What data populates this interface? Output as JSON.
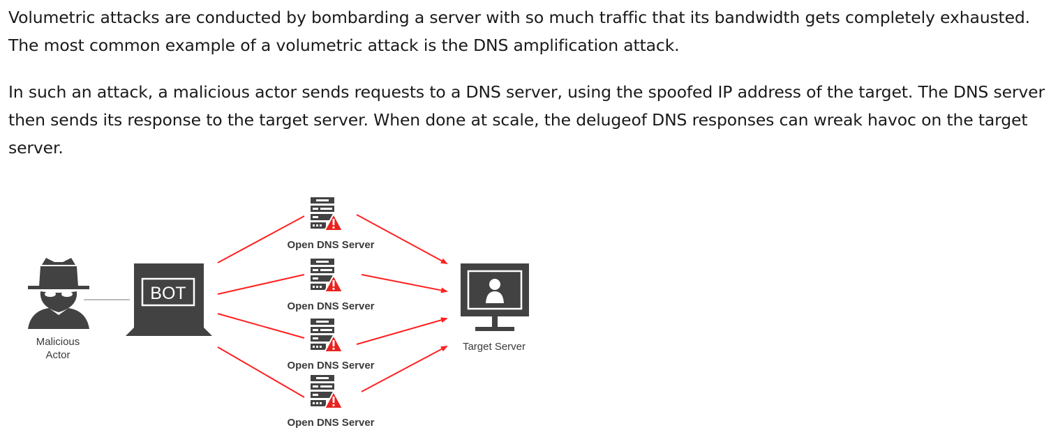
{
  "article": {
    "paragraph1": "Volumetric attacks are conducted by bombarding a server with so much traffic that its bandwidth gets completely exhausted. The most common example of a volumetric attack is the DNS amplification attack.",
    "paragraph2": "In such an attack, a malicious actor sends requests to a DNS server, using the spoofed IP address of the target. The DNS server then sends its response to the target server. When done at scale, the delugeof DNS responses can wreak havoc on the target server."
  },
  "diagram": {
    "actor_label_line1": "Malicious",
    "actor_label_line2": "Actor",
    "bot_label": "BOT",
    "dns_servers": [
      {
        "label": "Open DNS Server"
      },
      {
        "label": "Open DNS Server"
      },
      {
        "label": "Open DNS Server"
      },
      {
        "label": "Open DNS Server"
      }
    ],
    "target_label": "Target Server",
    "colors": {
      "arrow": "#ff2020",
      "icon": "#424242",
      "warning": "#e8231f",
      "label": "#3a3a3a"
    }
  }
}
